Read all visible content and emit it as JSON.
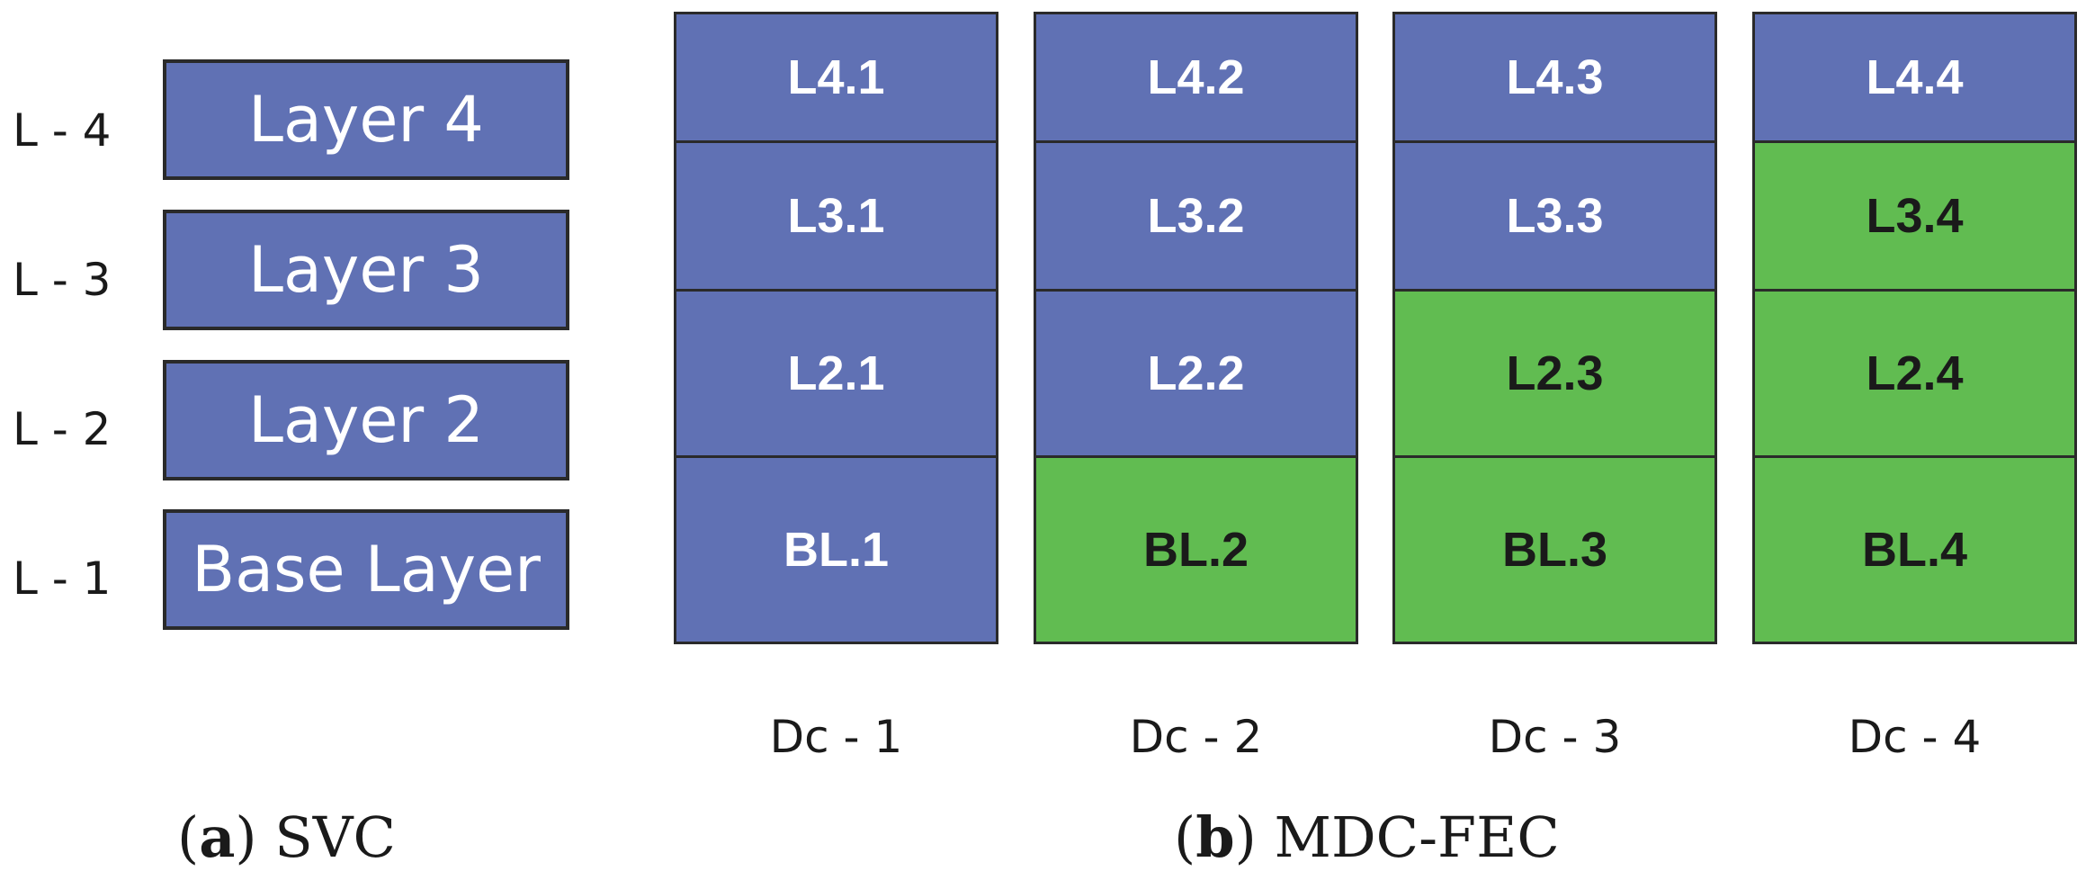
{
  "svc": {
    "rows": [
      {
        "level": "L - 4",
        "name": "Layer 4"
      },
      {
        "level": "L - 3",
        "name": "Layer 3"
      },
      {
        "level": "L - 2",
        "name": "Layer 2"
      },
      {
        "level": "L - 1",
        "name": "Base Layer"
      }
    ],
    "caption": {
      "letter": "a",
      "text": "SVC"
    }
  },
  "mdc": {
    "descriptions": [
      {
        "label": "Dc - 1",
        "cells": [
          {
            "text": "L4.1",
            "kind": "data"
          },
          {
            "text": "L3.1",
            "kind": "data"
          },
          {
            "text": "L2.1",
            "kind": "data"
          },
          {
            "text": "BL.1",
            "kind": "data"
          }
        ]
      },
      {
        "label": "Dc - 2",
        "cells": [
          {
            "text": "L4.2",
            "kind": "data"
          },
          {
            "text": "L3.2",
            "kind": "data"
          },
          {
            "text": "L2.2",
            "kind": "data"
          },
          {
            "text": "BL.2",
            "kind": "fec"
          }
        ]
      },
      {
        "label": "Dc - 3",
        "cells": [
          {
            "text": "L4.3",
            "kind": "data"
          },
          {
            "text": "L3.3",
            "kind": "data"
          },
          {
            "text": "L2.3",
            "kind": "fec"
          },
          {
            "text": "BL.3",
            "kind": "fec"
          }
        ]
      },
      {
        "label": "Dc - 4",
        "cells": [
          {
            "text": "L4.4",
            "kind": "data"
          },
          {
            "text": "L3.4",
            "kind": "fec"
          },
          {
            "text": "L2.4",
            "kind": "fec"
          },
          {
            "text": "BL.4",
            "kind": "fec"
          }
        ]
      }
    ],
    "caption": {
      "letter": "b",
      "text": "MDC-FEC"
    }
  },
  "colors": {
    "layer_blue": "#6071b4",
    "fec_green": "#61bc51",
    "border": "#2a2a2a"
  }
}
